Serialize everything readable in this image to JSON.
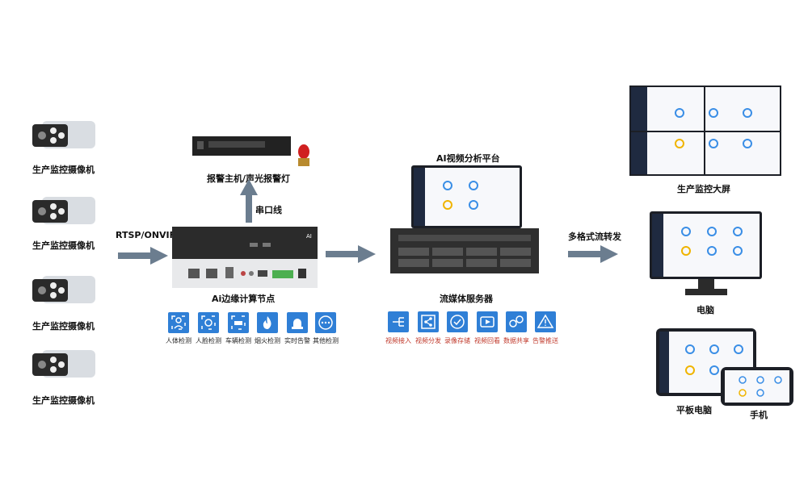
{
  "cameras": [
    {
      "label": "生产监控摄像机"
    },
    {
      "label": "生产监控摄像机"
    },
    {
      "label": "生产监控摄像机"
    },
    {
      "label": "生产监控摄像机"
    }
  ],
  "protocol_label": "RTSP/ONVIF",
  "alarm_label": "报警主机/声光报警灯",
  "serial_label": "串口线",
  "edge_node_label": "Ai边缘计算节点",
  "edge_functions": [
    {
      "label": "人体检测",
      "icon": "person-scan-icon"
    },
    {
      "label": "人脸检测",
      "icon": "face-scan-icon"
    },
    {
      "label": "车辆检测",
      "icon": "car-scan-icon"
    },
    {
      "label": "烟火检测",
      "icon": "fire-icon"
    },
    {
      "label": "实时告警",
      "icon": "alarm-light-icon"
    },
    {
      "label": "其他检测",
      "icon": "more-icon"
    }
  ],
  "platform_label": "AI视频分析平台",
  "server_label": "流媒体服务器",
  "server_functions": [
    {
      "label": "视频接入",
      "icon": "access-icon"
    },
    {
      "label": "视频分发",
      "icon": "share-icon"
    },
    {
      "label": "录像存储",
      "icon": "storage-icon"
    },
    {
      "label": "视频回看",
      "icon": "playback-icon"
    },
    {
      "label": "数据共享",
      "icon": "data-share-icon"
    },
    {
      "label": "告警推送",
      "icon": "warning-icon"
    }
  ],
  "stream_label": "多格式流转发",
  "big_screen_label": "生产监控大屏",
  "pc_label": "电脑",
  "tablet_label": "平板电脑",
  "phone_label": "手机",
  "colors": {
    "accent": "#2f7fd6",
    "arrow": "#6b7d8f",
    "device": "#2b2b2b"
  }
}
